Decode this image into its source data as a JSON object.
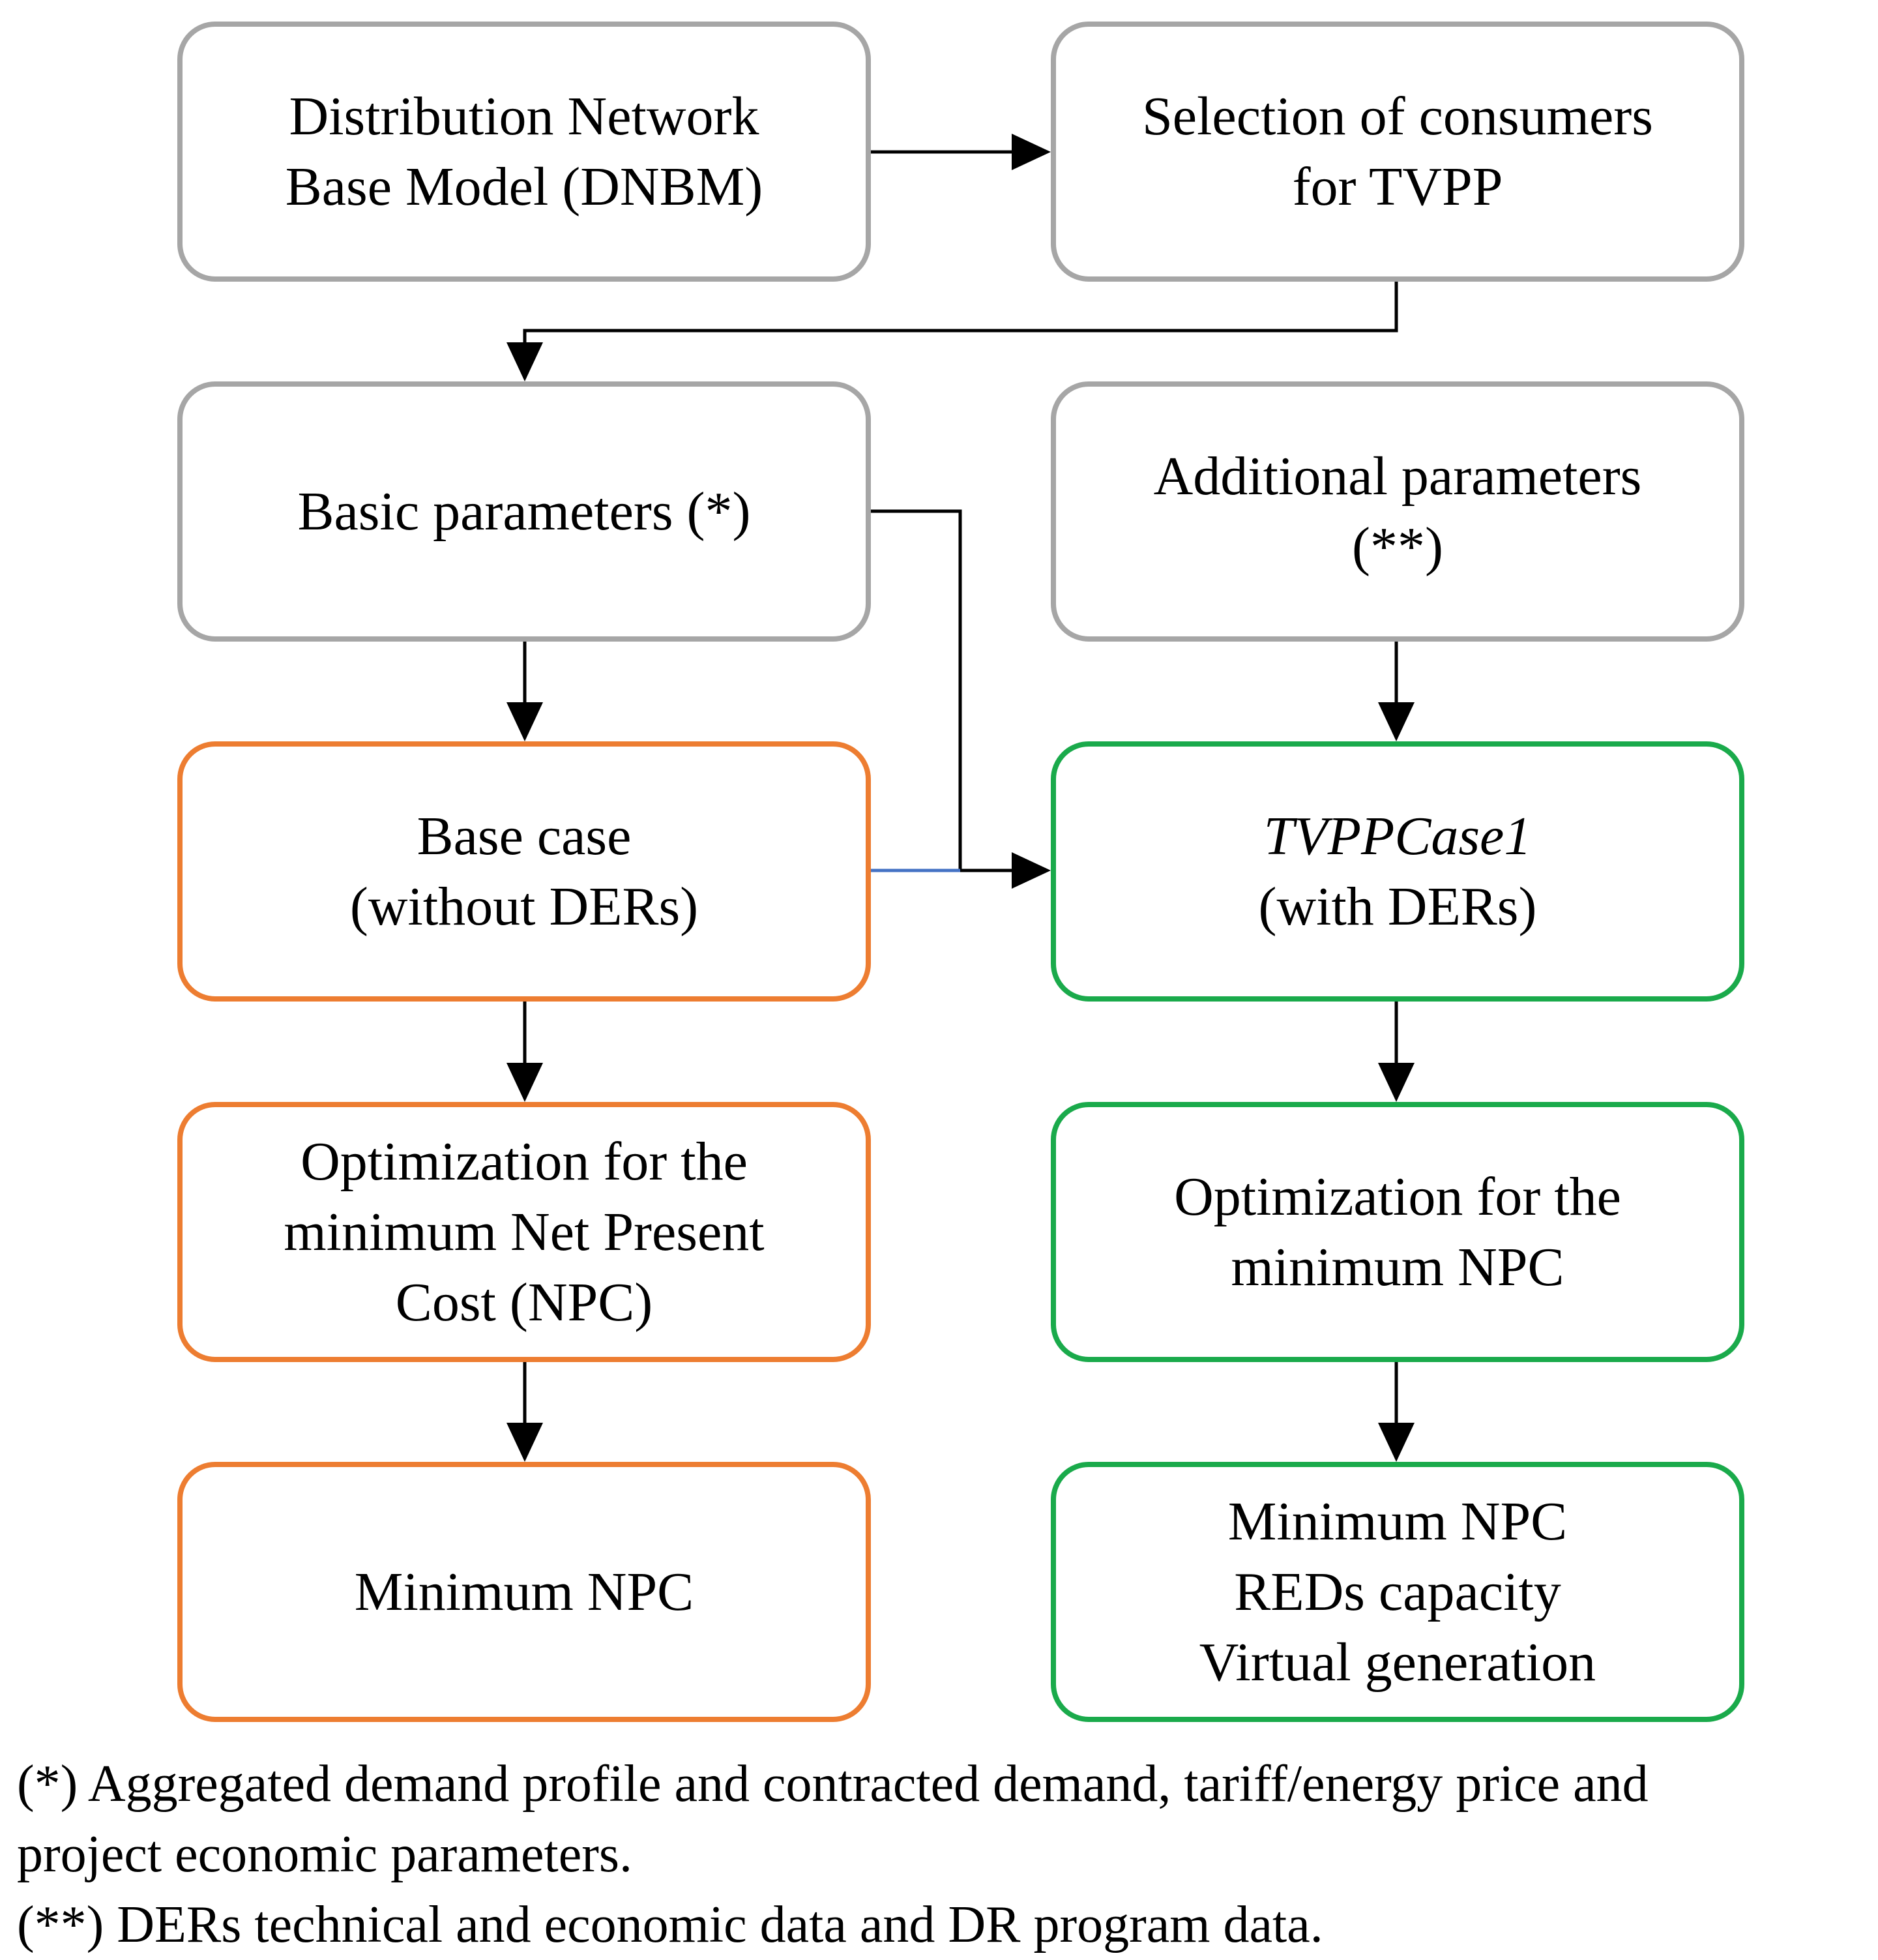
{
  "boxes": {
    "dnbm": [
      "Distribution Network",
      "Base Model (DNBM)"
    ],
    "selection": [
      "Selection of consumers",
      "for TVPP"
    ],
    "basic": [
      "Basic parameters (*)"
    ],
    "additional": [
      "Additional parameters",
      "(**)"
    ],
    "base_case": [
      "Base case",
      "(without DERs)"
    ],
    "tvpp_case": [
      "TVPPCase1",
      "(with DERs)"
    ],
    "opt_left": [
      "Optimization for the",
      "minimum Net Present",
      "Cost (NPC)"
    ],
    "opt_right": [
      "Optimization for the",
      "minimum NPC"
    ],
    "min_left": [
      "Minimum NPC"
    ],
    "min_right": [
      "Minimum NPC",
      "REDs capacity",
      "Virtual generation"
    ]
  },
  "notes": [
    "(*) Aggregated demand profile and contracted demand, tariff/energy price and",
    "project economic parameters.",
    "(**) DERs technical and economic data and DR program data."
  ],
  "colors": {
    "gray_border": "#a6a6a6",
    "orange_border": "#ed7d31",
    "green_border": "#1aaa4b",
    "connector_blue": "#4472c4"
  }
}
